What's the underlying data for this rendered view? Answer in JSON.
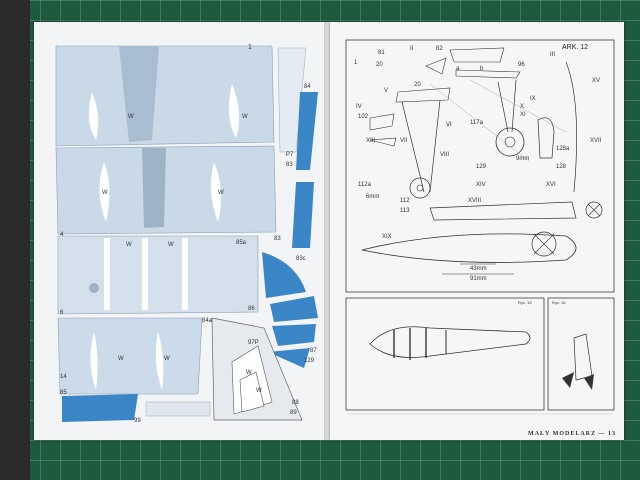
{
  "left_page": {
    "top_number": "1",
    "labels": {
      "p84": "84",
      "p7": "P7",
      "p83": "83",
      "p85a": "85a",
      "p83b": "83",
      "p83c": "83c",
      "p4": "4",
      "p86": "86",
      "p84a": "84a",
      "p6": "6",
      "p97p": "97P",
      "p87": "87",
      "p129": "129",
      "p14": "14",
      "p85": "85",
      "p88": "88",
      "p89": "89",
      "p99": "99"
    },
    "w_label": "W"
  },
  "right_page": {
    "ark_label": "ARK. 12",
    "labels": {
      "n1": "1",
      "n81": "81",
      "n20": "20",
      "nII": "II",
      "n82": "82",
      "na": "a",
      "nb": "b",
      "n96": "96",
      "nIII": "III",
      "nXV": "XV",
      "nIV": "IV",
      "nV": "V",
      "n102": "102",
      "n20b": "20",
      "nIX": "IX",
      "nX": "X",
      "nXI": "XI",
      "n117a": "117a",
      "nXIII": "XIII",
      "nVII": "VII",
      "nVI": "VI",
      "nVIII": "VIII",
      "nXVII": "XVII",
      "n128a": "128a",
      "n9mm": "9mm",
      "n129": "129",
      "n128": "128",
      "nXIV": "XIV",
      "nXVI": "XVI",
      "n112a": "112a",
      "n6mm": "6mm",
      "n112": "112",
      "n113": "113",
      "nXVIII": "XVIII",
      "nXIX": "XIX",
      "n43mm": "43mm",
      "n91mm": "91mm"
    },
    "ryc_left": "Ryc. 15",
    "ryc_right": "Ryc. 16",
    "footer": "MAŁY MODELARZ — 13"
  }
}
